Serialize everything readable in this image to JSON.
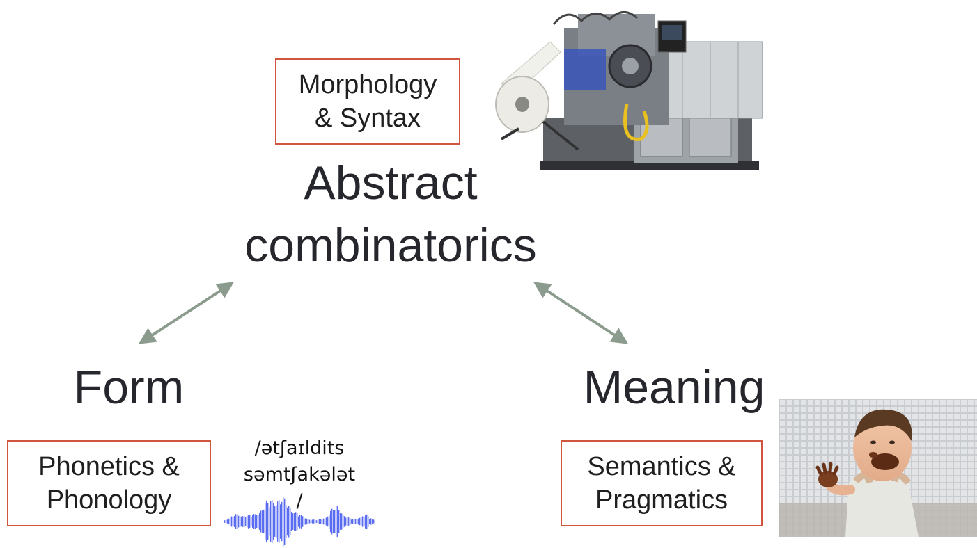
{
  "colors": {
    "box_border": "#d0553f",
    "arrow": "#8b9c8e",
    "title_text": "#26272d",
    "waveform": "#5a6cf0"
  },
  "top": {
    "box": {
      "line1": "Morphology",
      "line2": "& Syntax"
    },
    "title": {
      "line1": "Abstract",
      "line2": "combinatorics"
    },
    "image_icon": "industrial-machine-photo"
  },
  "left": {
    "title": "Form",
    "box": {
      "line1": "Phonetics &",
      "line2": "Phonology"
    },
    "ipa": {
      "line1": "/ətʃaɪldits",
      "line2": "səmtʃakələt",
      "line3": "/"
    },
    "image_icon": "audio-waveform"
  },
  "right": {
    "title": "Meaning",
    "box": {
      "line1": "Semantics &",
      "line2": "Pragmatics"
    },
    "image_icon": "child-eating-chocolate-photo"
  },
  "arrows": [
    {
      "name": "form-combinatorics",
      "type": "bidirectional"
    },
    {
      "name": "meaning-combinatorics",
      "type": "bidirectional"
    }
  ]
}
